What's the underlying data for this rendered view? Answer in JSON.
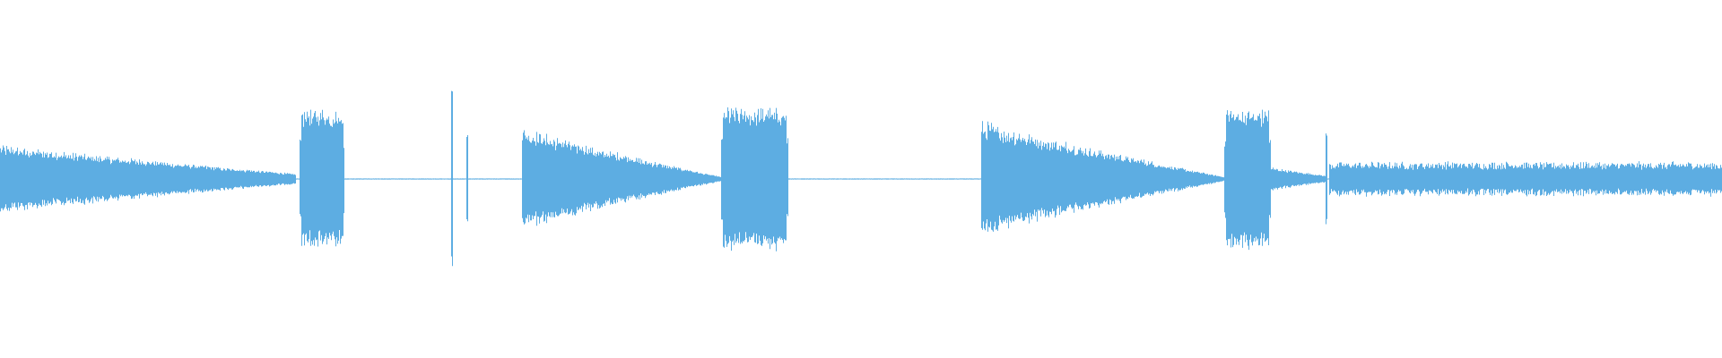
{
  "waveform": {
    "color": "#5dade2",
    "background": "#ffffff",
    "baseline_level": 0.003,
    "segments": [
      {
        "start": 0.0,
        "end": 0.172,
        "shape": "decay",
        "amp_start": 0.2,
        "amp_end": 0.03
      },
      {
        "start": 0.174,
        "end": 0.2,
        "shape": "block",
        "amp": 0.4,
        "tail": 0.004
      },
      {
        "start": 0.262,
        "end": 0.263,
        "shape": "spike",
        "amp": 0.5
      },
      {
        "start": 0.271,
        "end": 0.272,
        "shape": "spike",
        "amp": 0.26
      },
      {
        "start": 0.303,
        "end": 0.42,
        "shape": "decay",
        "amp_start": 0.3,
        "amp_end": 0.01
      },
      {
        "start": 0.419,
        "end": 0.458,
        "shape": "block",
        "amp": 0.41,
        "tail": 0.0
      },
      {
        "start": 0.57,
        "end": 0.712,
        "shape": "decay",
        "amp_start": 0.34,
        "amp_end": 0.01
      },
      {
        "start": 0.711,
        "end": 0.738,
        "shape": "block",
        "amp": 0.41,
        "tail": 0.005
      },
      {
        "start": 0.738,
        "end": 0.77,
        "shape": "decay",
        "amp_start": 0.07,
        "amp_end": 0.02
      },
      {
        "start": 0.77,
        "end": 0.771,
        "shape": "spike",
        "amp": 0.26
      },
      {
        "start": 0.772,
        "end": 1.0,
        "shape": "flat",
        "amp": 0.1
      }
    ]
  }
}
